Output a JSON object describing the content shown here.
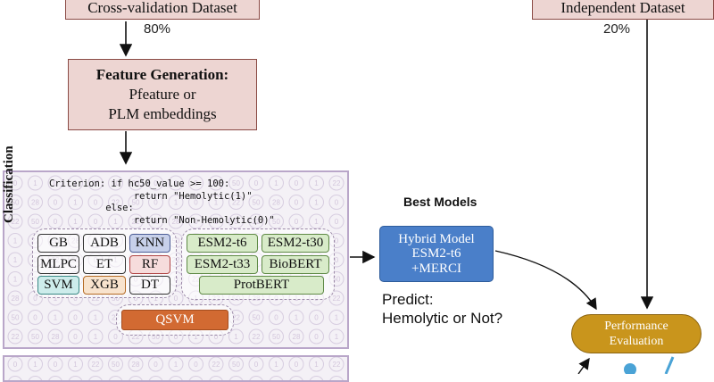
{
  "top": {
    "crossval_label": "Cross-validation Dataset",
    "crossval_pct": "80%",
    "independent_label": "Independent Dataset",
    "independent_pct": "20%"
  },
  "feature": {
    "title": "Feature Generation:",
    "line2": "Pfeature or",
    "line3": "PLM embeddings"
  },
  "criterion": {
    "code": "Criterion: if hc50_value >= 100:\n               return \"Hemolytic(1)\"\n          else:\n               return \"Non-Hemolytic(0)\""
  },
  "classification_label": "Classification",
  "classic_models": [
    "GB",
    "ADB",
    "KNN",
    "MLPC",
    "ET",
    "RF",
    "SVM",
    "XGB",
    "DT"
  ],
  "plm_models": [
    "ESM2-t6",
    "ESM2-t30",
    "ESM2-t33",
    "BioBERT",
    "ProtBERT"
  ],
  "qsvm_label": "QSVM",
  "best_models": {
    "heading": "Best Models",
    "line1": "Hybrid Model",
    "line2": "ESM2-t6",
    "line3": "+MERCI"
  },
  "predict": {
    "line1": "Predict:",
    "line2": "Hemolytic or Not?"
  },
  "performance": {
    "line1": "Performance",
    "line2": "Evaluation"
  },
  "colors": {
    "dataset_box": "#edd5d2",
    "panel_border": "#b9a6c9",
    "hybrid_box": "#4a7fc9",
    "qsvm_box": "#d26a32",
    "performance_box": "#c9951c",
    "plm_chip": "#d8ebc9"
  },
  "bg_numbers": [
    "0",
    "1",
    "0",
    "1",
    "22",
    "50",
    "28",
    "0",
    "1",
    "0",
    "22",
    "50"
  ]
}
